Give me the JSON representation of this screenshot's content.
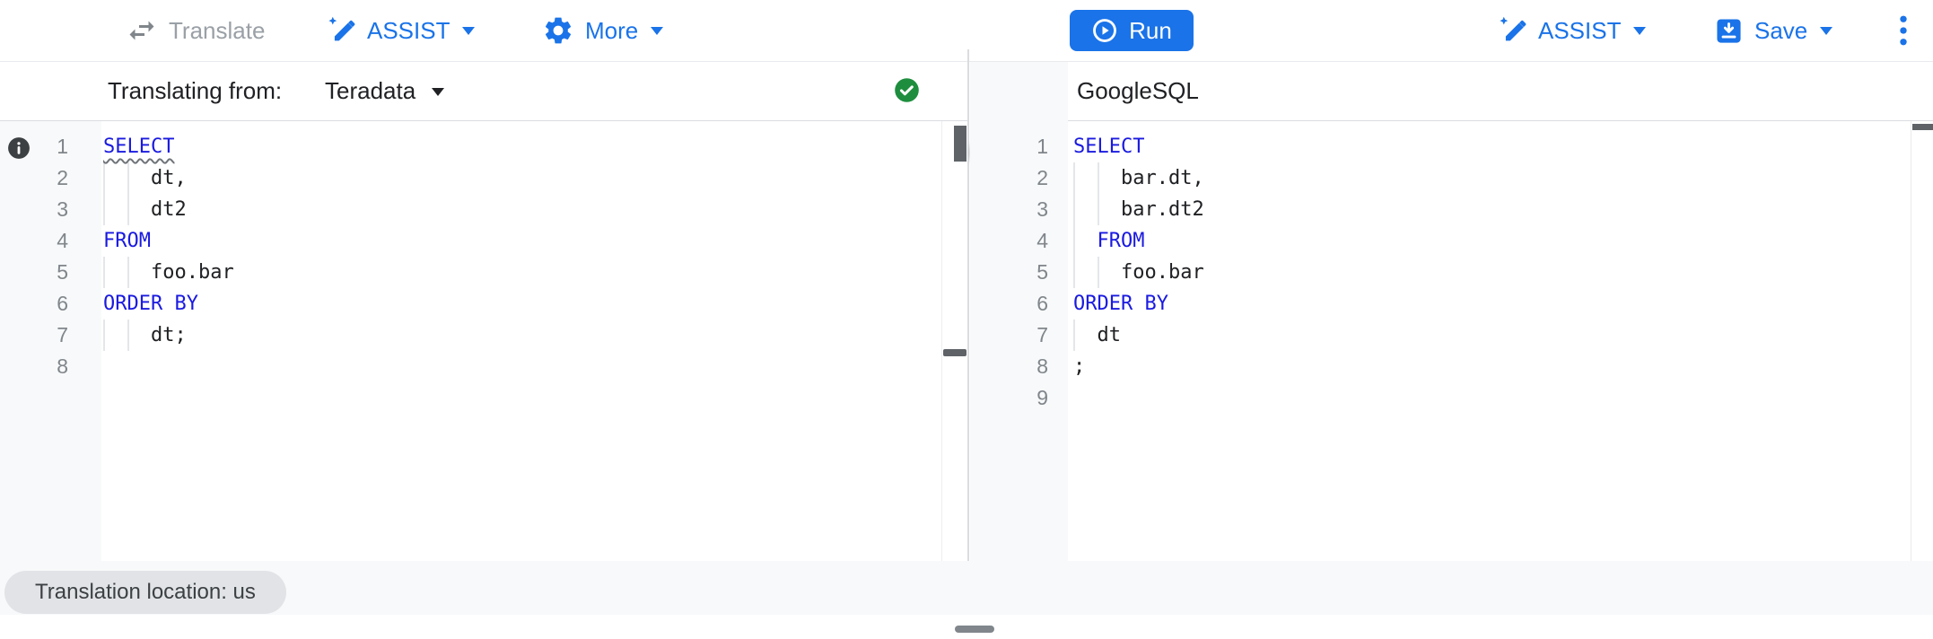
{
  "colors": {
    "accent": "#1a73e8",
    "keyword_blue": "#1a1ae0",
    "success_green": "#1e8e3e",
    "disabled_gray": "#9aa0a6"
  },
  "toolbar": {
    "translate_label": "Translate",
    "assist_label": "ASSIST",
    "more_label": "More",
    "run_label": "Run",
    "assist_right_label": "ASSIST",
    "save_label": "Save",
    "icons": [
      "swap-horiz-icon",
      "sparkle-pencil-icon",
      "gear-icon",
      "play-circle-icon",
      "save-icon",
      "more-vert-icon"
    ]
  },
  "left_panel": {
    "header_label": "Translating from:",
    "source_dialect": "Teradata",
    "status_icon": "success-check-icon",
    "gutter_icon": "info-icon",
    "editor": {
      "lines": [
        {
          "num": "1",
          "text": "SELECT",
          "style": "keyword",
          "wavy": true,
          "guides": 0
        },
        {
          "num": "2",
          "text": "    dt,",
          "style": "plain",
          "guides": 2
        },
        {
          "num": "3",
          "text": "    dt2",
          "style": "plain",
          "guides": 2
        },
        {
          "num": "4",
          "text": "FROM",
          "style": "keyword",
          "guides": 0
        },
        {
          "num": "5",
          "text": "    foo.bar",
          "style": "plain",
          "guides": 2
        },
        {
          "num": "6",
          "text": "ORDER BY",
          "style": "keyword",
          "guides": 0
        },
        {
          "num": "7",
          "text": "    dt;",
          "style": "plain",
          "guides": 2
        },
        {
          "num": "8",
          "text": "",
          "style": "plain",
          "guides": 0
        }
      ]
    }
  },
  "right_panel": {
    "header_label": "GoogleSQL",
    "wand_icon": "sparkle-pencil-icon",
    "editor": {
      "lines": [
        {
          "num": "1",
          "text": "SELECT",
          "style": "keyword",
          "guides": 0
        },
        {
          "num": "2",
          "text": "    bar.dt,",
          "style": "plain",
          "guides": 2
        },
        {
          "num": "3",
          "text": "    bar.dt2",
          "style": "plain",
          "guides": 2
        },
        {
          "num": "4",
          "text": "  FROM",
          "style": "keyword",
          "guides": 1
        },
        {
          "num": "5",
          "text": "    foo.bar",
          "style": "plain",
          "guides": 2
        },
        {
          "num": "6",
          "text": "ORDER BY",
          "style": "keyword",
          "guides": 0
        },
        {
          "num": "7",
          "text": "  dt",
          "style": "plain",
          "guides": 1
        },
        {
          "num": "8",
          "text": ";",
          "style": "plain",
          "guides": 0
        },
        {
          "num": "9",
          "text": "",
          "style": "plain",
          "guides": 0
        }
      ]
    }
  },
  "statusbar": {
    "location_chip": "Translation location: us"
  }
}
